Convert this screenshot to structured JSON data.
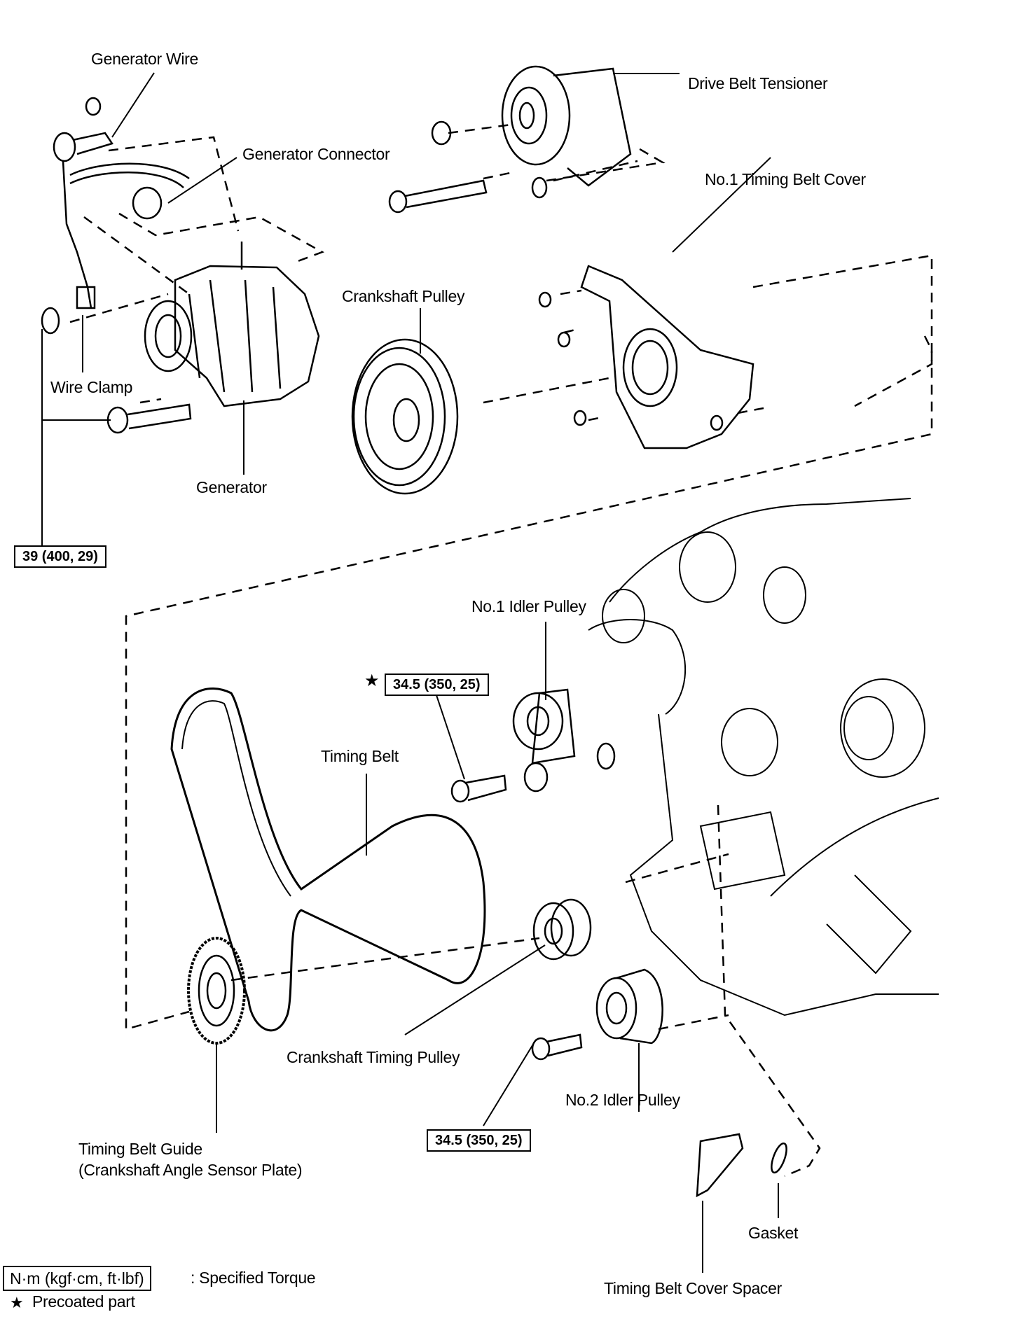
{
  "diagram": {
    "type": "exploded-view parts diagram",
    "subject": "Timing belt and drive components"
  },
  "labels": {
    "generator_wire": "Generator Wire",
    "generator_connector": "Generator Connector",
    "drive_belt_tensioner": "Drive Belt Tensioner",
    "no1_timing_belt_cover": "No.1 Timing Belt Cover",
    "crankshaft_pulley": "Crankshaft Pulley",
    "wire_clamp": "Wire Clamp",
    "generator": "Generator",
    "no1_idler_pulley": "No.1 Idler Pulley",
    "timing_belt": "Timing Belt",
    "crankshaft_timing_pulley": "Crankshaft Timing Pulley",
    "no2_idler_pulley": "No.2 Idler Pulley",
    "timing_belt_guide_line1": "Timing Belt Guide",
    "timing_belt_guide_line2": "(Crankshaft Angle Sensor Plate)",
    "gasket": "Gasket",
    "timing_belt_cover_spacer": "Timing Belt Cover Spacer"
  },
  "torque_specs": [
    {
      "id": "generator_bolt",
      "value": "39 (400, 29)",
      "precoated": false
    },
    {
      "id": "no1_idler_pulley_bolt",
      "value": "34.5 (350, 25)",
      "precoated": true
    },
    {
      "id": "no2_idler_pulley_bolt",
      "value": "34.5 (350, 25)",
      "precoated": false
    }
  ],
  "legend": {
    "torque_units": "N·m (kgf·cm, ft·lbf)",
    "torque_desc": ": Specified Torque",
    "star_symbol": "★",
    "precoated_desc": "Precoated part"
  }
}
